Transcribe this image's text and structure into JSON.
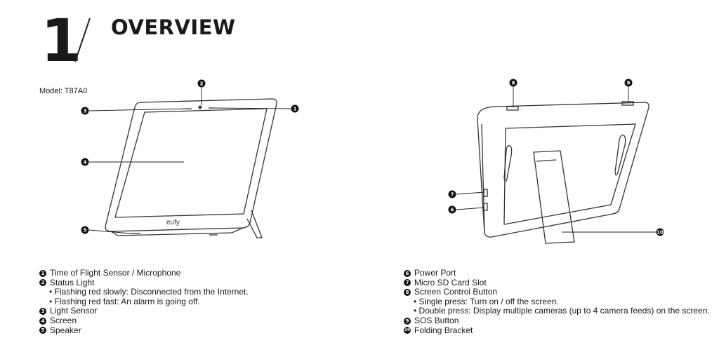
{
  "header": {
    "number": "1",
    "title": "OVERVIEW"
  },
  "model": "Model: T87A0",
  "device_logo": "eufy",
  "left_legend": [
    {
      "num": "1",
      "label": "Time of Flight Sensor / Microphone"
    },
    {
      "num": "2",
      "label": "Status Light",
      "sub": [
        "Flashing red slowly: Disconnected from the Internet.",
        "Flashing red fast: An alarm is going off."
      ]
    },
    {
      "num": "3",
      "label": "Light Sensor"
    },
    {
      "num": "4",
      "label": "Screen"
    },
    {
      "num": "5",
      "label": "Speaker"
    }
  ],
  "right_legend": [
    {
      "num": "6",
      "label": "Power Port"
    },
    {
      "num": "7",
      "label": "Micro SD Card Slot"
    },
    {
      "num": "8",
      "label": "Screen Control Button",
      "sub": [
        "Single press: Turn on / off the screen.",
        "Double press: Display multiple cameras (up to 4 camera feeds) on the screen."
      ]
    },
    {
      "num": "9",
      "label": "SOS Button"
    },
    {
      "num": "10",
      "label": "Folding Bracket"
    }
  ]
}
